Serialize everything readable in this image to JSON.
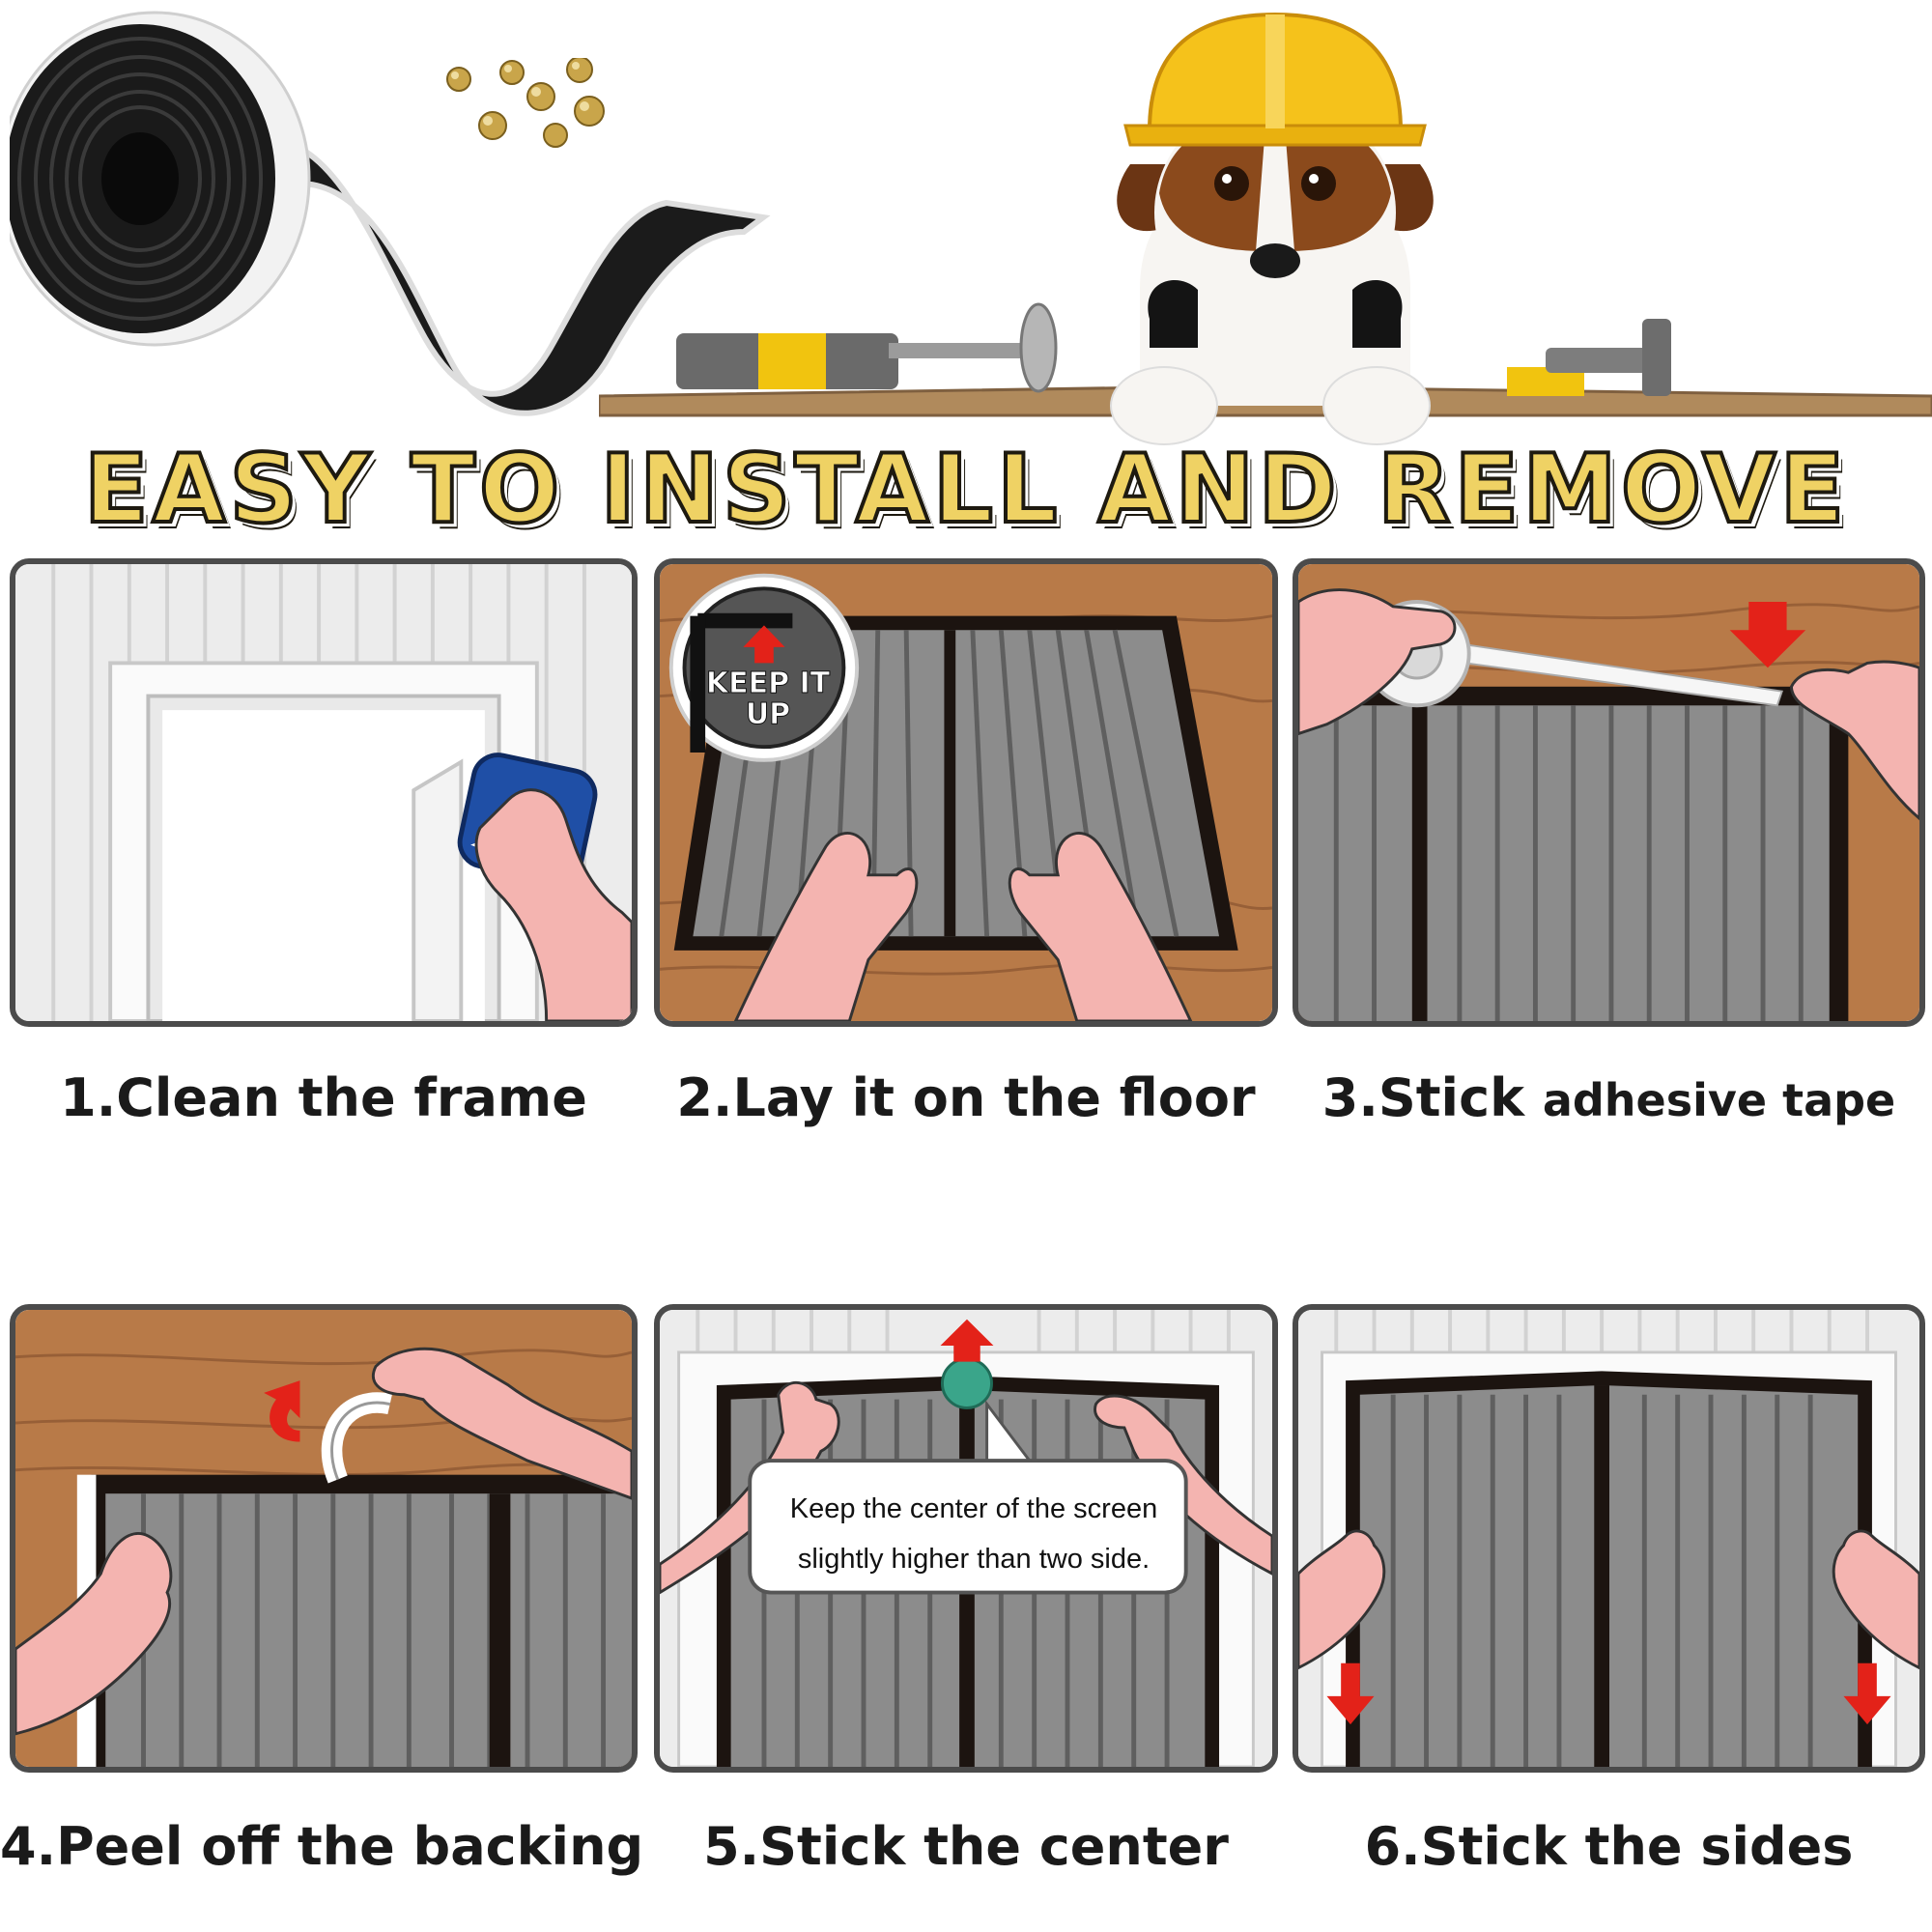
{
  "headline": "EASY TO   INSTALL AND REMOVE",
  "steps": [
    {
      "label": "1.Clean the frame"
    },
    {
      "label": "2.Lay it on the floor",
      "badge": [
        "KEEP IT",
        "UP"
      ]
    },
    {
      "label_main": "3.Stick",
      "label_rest": "adhesive tape"
    },
    {
      "label": "4.Peel off the backing"
    },
    {
      "label": "5.Stick the center",
      "note": [
        "Keep the center of the screen",
        "slightly higher than two side."
      ]
    },
    {
      "label": "6.Stick the sides"
    }
  ],
  "colors": {
    "headline_fill": "#efd264",
    "wood": "#b87a48",
    "screen_gray": "#8c8c8c",
    "frame_dark": "#2b1f1a",
    "arrow_red": "#e32219",
    "skin": "#f4b4b0",
    "sponge_blue": "#1f4fa6",
    "helmet_yellow": "#f5c21b"
  },
  "icons": [
    "tape-roll-icon",
    "pins-icon",
    "dog-icon",
    "helmet-icon",
    "tool-icon",
    "hand-icon",
    "arrow-icon",
    "sponge-icon"
  ]
}
